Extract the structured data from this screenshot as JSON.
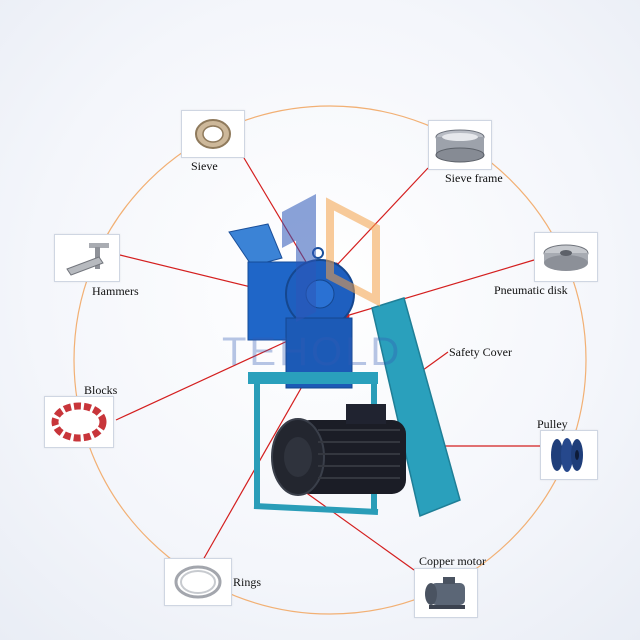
{
  "brand": {
    "logo_letters": "TH",
    "logo_text": "TEHOLD",
    "colors": {
      "blue": "#2d57b8",
      "orange": "#f4a24a"
    }
  },
  "diagram": {
    "ring_color": "#f2b074",
    "connector_color": "#d41f1f",
    "machine_colors": {
      "body": "#1f66c8",
      "frame": "#2a9db8",
      "motor": "#1b1d26"
    }
  },
  "parts": [
    {
      "id": "sieve",
      "label": "Sieve",
      "icon": "sieve-icon"
    },
    {
      "id": "sieve-frame",
      "label": "Sieve frame",
      "icon": "sieve-frame-icon"
    },
    {
      "id": "hammers",
      "label": "Hammers",
      "icon": "hammer-icon"
    },
    {
      "id": "pneumatic-disk",
      "label": "Pneumatic disk",
      "icon": "pneumatic-disk-icon"
    },
    {
      "id": "safety-cover",
      "label": "Safety Cover",
      "icon": ""
    },
    {
      "id": "blocks",
      "label": "Blocks",
      "icon": "blocks-icon"
    },
    {
      "id": "pulley",
      "label": "Pulley",
      "icon": "pulley-icon"
    },
    {
      "id": "rings",
      "label": "Rings",
      "icon": "rings-icon"
    },
    {
      "id": "copper-motor",
      "label": "Copper motor",
      "icon": "motor-icon"
    }
  ]
}
